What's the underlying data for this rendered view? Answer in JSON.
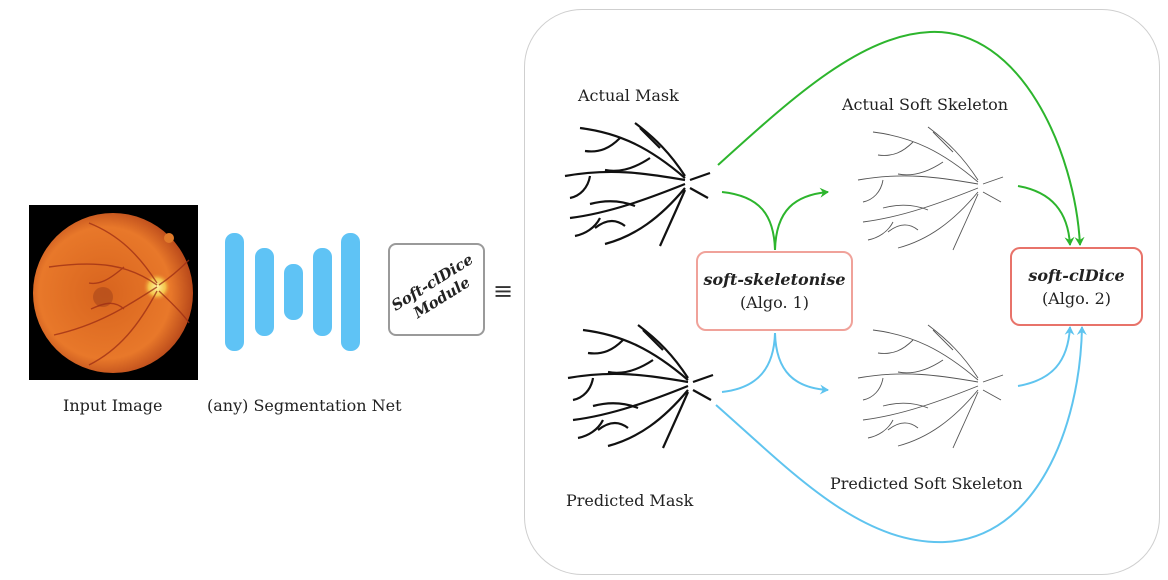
{
  "labels": {
    "input_image": "Input Image",
    "segmentation_net": "(any) Segmentation Net",
    "equivalence": "≡",
    "actual_mask": "Actual Mask",
    "predicted_mask": "Predicted Mask",
    "actual_soft_skeleton": "Actual Soft Skeleton",
    "predicted_soft_skeleton": "Predicted Soft Skeleton"
  },
  "module": {
    "line1": "Soft-clDice",
    "line2": "Module"
  },
  "skeletonise": {
    "name": "soft-skeletonise",
    "ref": "(Algo. 1)"
  },
  "cldice": {
    "name": "soft-clDice",
    "ref": "(Algo. 2)"
  },
  "colors": {
    "actual_arrow": "#2db52d",
    "predicted_arrow": "#5fc4ef",
    "net_bars": "#5fc3f5",
    "skeletonise_border": "#f0a29a",
    "cldice_border": "#e8736a"
  }
}
